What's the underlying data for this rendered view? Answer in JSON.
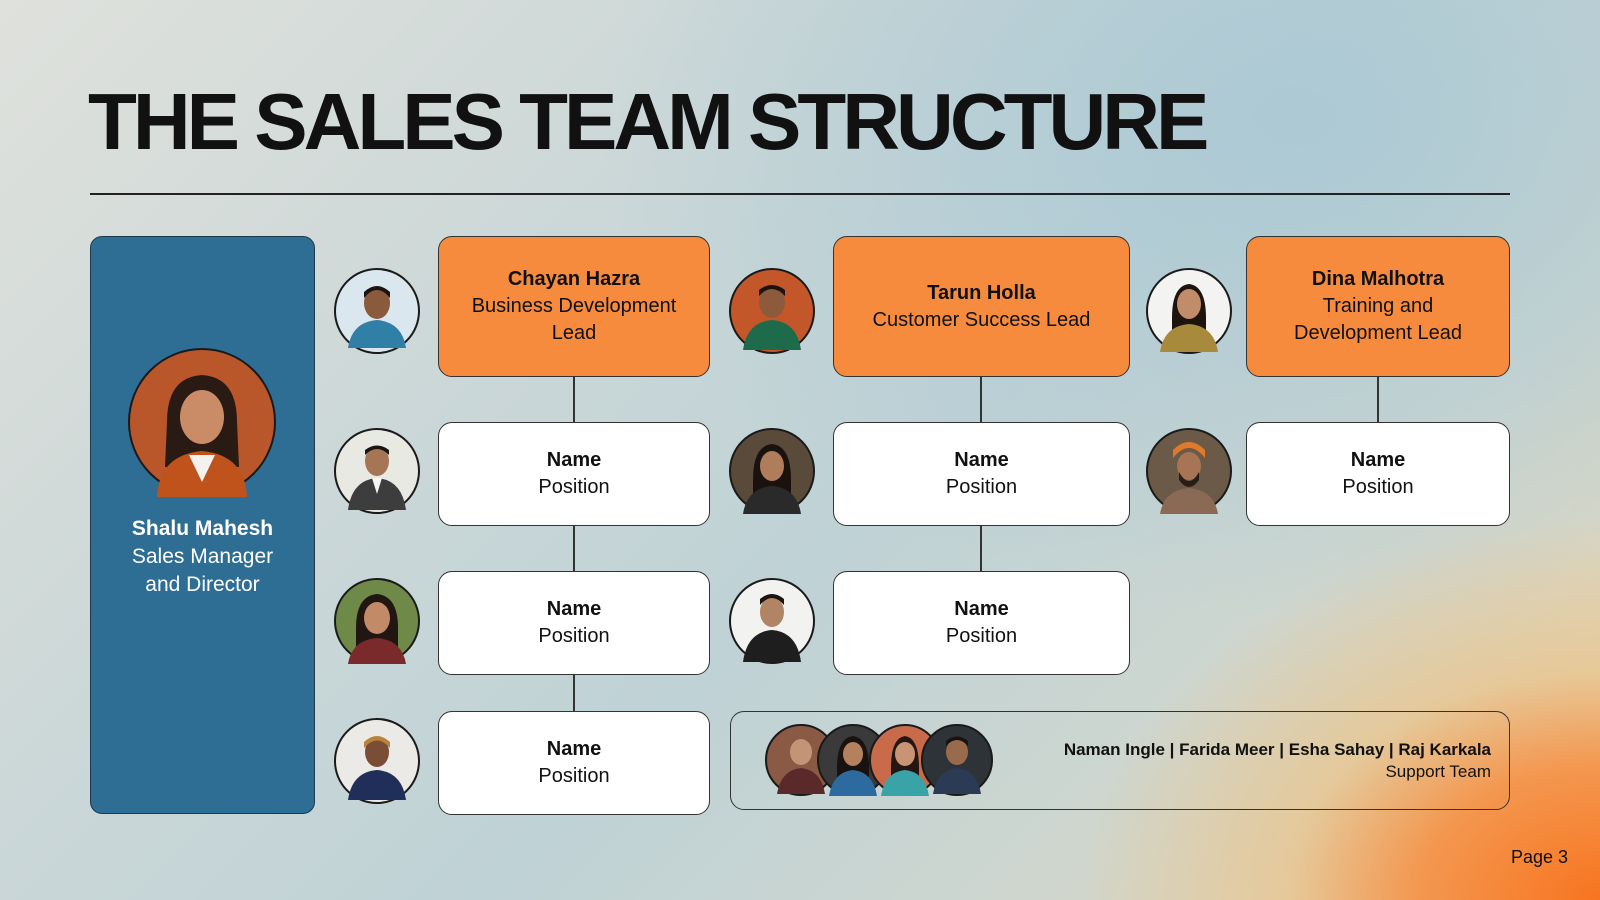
{
  "title": "THE SALES TEAM STRUCTURE",
  "manager": {
    "name": "Shalu Mahesh",
    "position": "Sales Manager\nand Director"
  },
  "columns": [
    {
      "lead": {
        "name": "Chayan Hazra",
        "position": "Business Development\nLead"
      },
      "members": [
        {
          "name": "Name",
          "position": "Position"
        },
        {
          "name": "Name",
          "position": "Position"
        },
        {
          "name": "Name",
          "position": "Position"
        }
      ]
    },
    {
      "lead": {
        "name": "Tarun Holla",
        "position": "Customer Success Lead"
      },
      "members": [
        {
          "name": "Name",
          "position": "Position"
        },
        {
          "name": "Name",
          "position": "Position"
        }
      ]
    },
    {
      "lead": {
        "name": "Dina Malhotra",
        "position": "Training and\nDevelopment Lead"
      },
      "members": [
        {
          "name": "Name",
          "position": "Position"
        }
      ]
    }
  ],
  "support": {
    "names": "Naman Ingle | Farida Meer | Esha Sahay | Raj Karkala",
    "label": "Support Team"
  },
  "page_label": "Page 3",
  "colors": {
    "lead_box": "#f68b3e",
    "manager_panel": "#2e6e95",
    "member_box": "#ffffff",
    "accent_gradient": "#f7741f"
  }
}
